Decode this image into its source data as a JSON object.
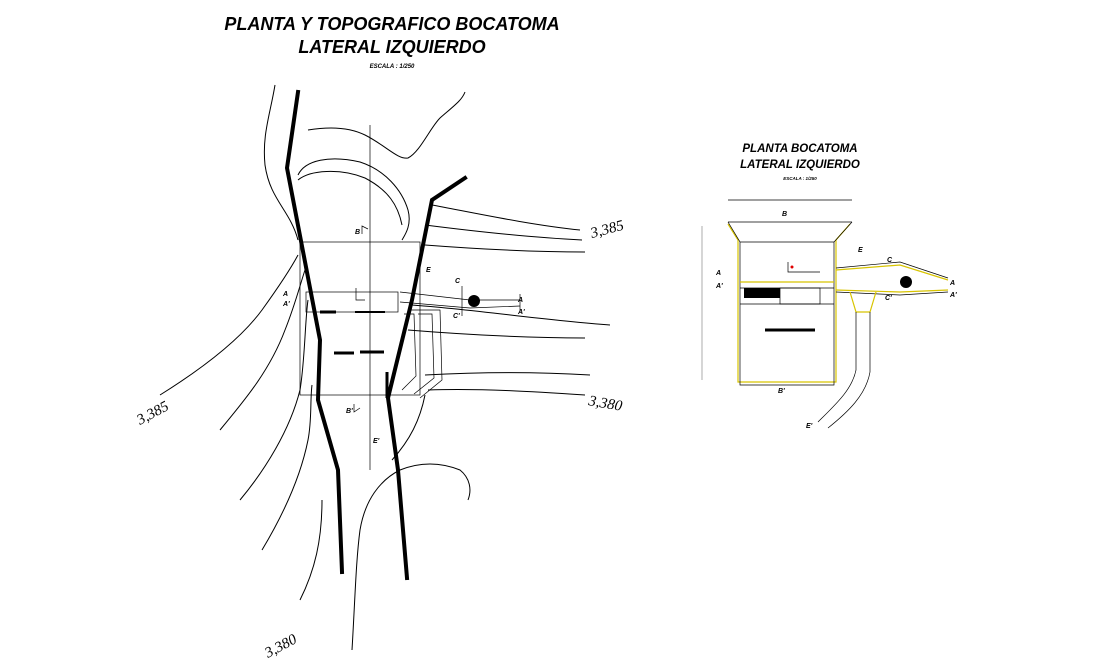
{
  "drawing": {
    "left_view": {
      "title_line1": "PLANTA Y TOPOGRAFICO BOCATOMA",
      "title_line2": "LATERAL IZQUIERDO",
      "scale": "ESCALA : 1/250",
      "contours": [
        {
          "label": "3,385"
        },
        {
          "label": "3,385"
        },
        {
          "label": "3,380"
        },
        {
          "label": "3,380"
        }
      ],
      "section_marks": [
        "B",
        "B'",
        "A",
        "A'",
        "A",
        "A'",
        "C",
        "C'",
        "E",
        "E'"
      ]
    },
    "right_view": {
      "title_line1": "PLANTA BOCATOMA",
      "title_line2": "LATERAL IZQUIERDO",
      "scale": "ESCALA : 1/250",
      "section_marks": [
        "B",
        "B'",
        "A",
        "A'",
        "A",
        "A'",
        "C",
        "C'",
        "E",
        "E'"
      ]
    },
    "colors": {
      "line": "#000000",
      "yellow_outline": "#d8c400",
      "red_mark": "#e00000",
      "background": "#ffffff"
    }
  }
}
